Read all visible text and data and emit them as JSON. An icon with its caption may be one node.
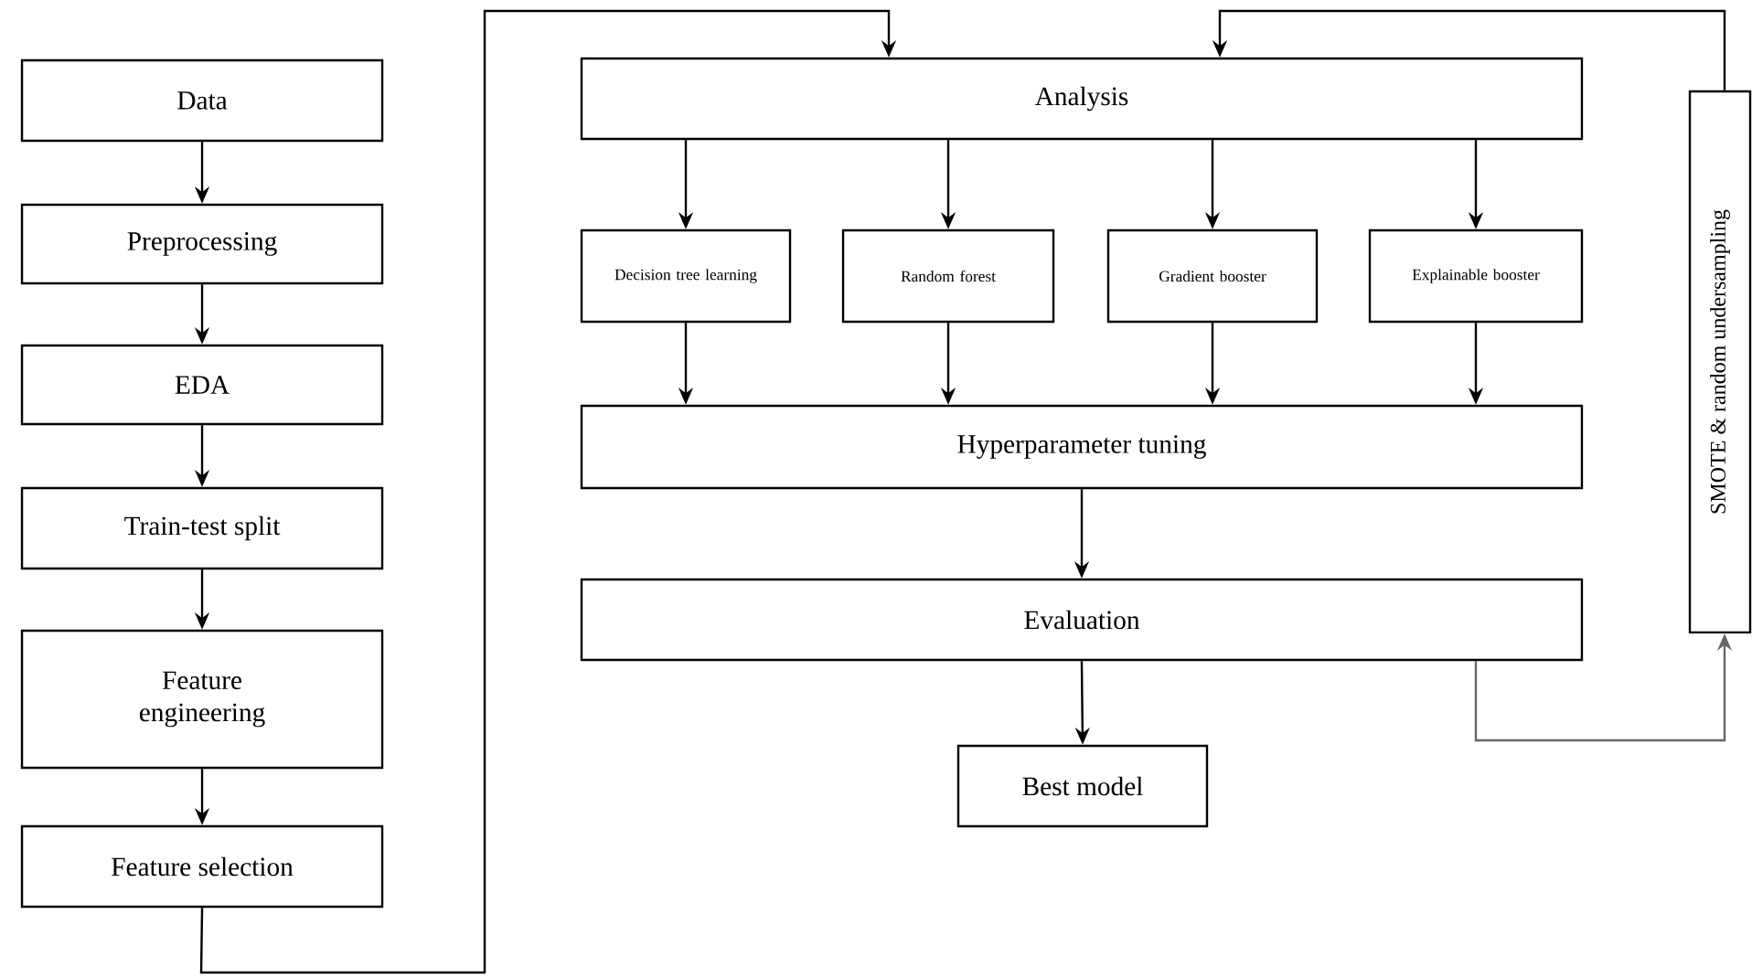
{
  "diagram": {
    "nodes": [
      {
        "text": [
          "Data"
        ]
      },
      {
        "text": [
          "Preprocessing"
        ]
      },
      {
        "text": [
          "EDA"
        ]
      },
      {
        "text": [
          "Train-test split"
        ]
      },
      {
        "text": [
          "Feature engineering"
        ]
      },
      {
        "text": [
          "Feature selection"
        ]
      },
      {
        "text": [
          "Analysis"
        ]
      },
      {
        "text": [
          "Decision tree learning"
        ]
      },
      {
        "text": [
          "Random forest"
        ]
      },
      {
        "text": [
          "Gradient booster"
        ]
      },
      {
        "text": [
          "Explainable booster"
        ]
      },
      {
        "text": [
          "Hyperparameter tuning"
        ]
      },
      {
        "text": [
          "Evaluation"
        ]
      },
      {
        "text": [
          "Best model"
        ]
      },
      {
        "text": [
          "SMOTE & random undersampling"
        ]
      }
    ],
    "edges": [
      {
        "from": 0,
        "to": 1,
        "arrow": "to"
      },
      {
        "from": 1,
        "to": 2,
        "arrow": "to"
      },
      {
        "from": 2,
        "to": 3,
        "arrow": "to"
      },
      {
        "from": 3,
        "to": 4,
        "arrow": "to"
      },
      {
        "from": 4,
        "to": 5,
        "arrow": "to"
      },
      {
        "from": 5,
        "to": 6,
        "arrow": "to"
      },
      {
        "from": 6,
        "to": 7,
        "arrow": "to"
      },
      {
        "from": 6,
        "to": 8,
        "arrow": "to"
      },
      {
        "from": 6,
        "to": 9,
        "arrow": "to"
      },
      {
        "from": 6,
        "to": 10,
        "arrow": "to"
      },
      {
        "from": 7,
        "to": 11,
        "arrow": "to"
      },
      {
        "from": 8,
        "to": 11,
        "arrow": "to"
      },
      {
        "from": 9,
        "to": 11,
        "arrow": "to"
      },
      {
        "from": 10,
        "to": 11,
        "arrow": "to"
      },
      {
        "from": 11,
        "to": 12,
        "arrow": "to"
      },
      {
        "from": 12,
        "to": 13,
        "arrow": "to"
      },
      {
        "from": 12,
        "to": 14,
        "arrow": "to",
        "color": "#666666"
      },
      {
        "from": 14,
        "to": 6,
        "arrow": "to"
      }
    ]
  }
}
